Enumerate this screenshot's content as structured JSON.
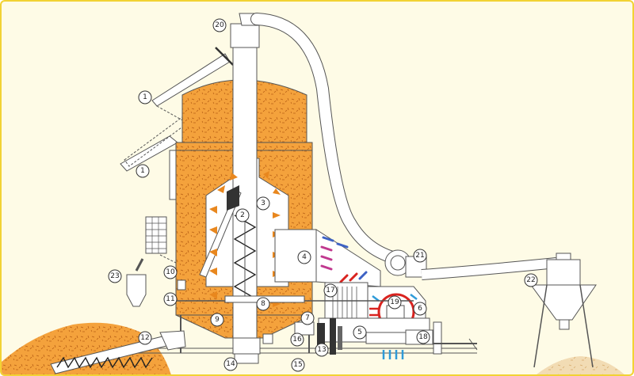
{
  "diagram": {
    "callouts": [
      {
        "id": "1a",
        "text": "1"
      },
      {
        "id": "1b",
        "text": "1"
      },
      {
        "id": "2",
        "text": "2"
      },
      {
        "id": "3",
        "text": "3"
      },
      {
        "id": "4",
        "text": "4"
      },
      {
        "id": "5",
        "text": "5"
      },
      {
        "id": "6",
        "text": "6"
      },
      {
        "id": "7",
        "text": "7"
      },
      {
        "id": "8",
        "text": "8"
      },
      {
        "id": "9",
        "text": "9"
      },
      {
        "id": "10",
        "text": "10"
      },
      {
        "id": "11",
        "text": "11"
      },
      {
        "id": "12",
        "text": "12"
      },
      {
        "id": "13",
        "text": "13"
      },
      {
        "id": "14",
        "text": "14"
      },
      {
        "id": "15",
        "text": "15"
      },
      {
        "id": "16",
        "text": "16"
      },
      {
        "id": "17",
        "text": "17"
      },
      {
        "id": "18",
        "text": "18"
      },
      {
        "id": "19",
        "text": "19"
      },
      {
        "id": "20",
        "text": "20"
      },
      {
        "id": "21",
        "text": "21"
      },
      {
        "id": "22",
        "text": "22"
      },
      {
        "id": "23",
        "text": "23"
      }
    ],
    "colors": {
      "grain": "#f4a23c",
      "grain_speck": "#b85f14",
      "frame_border": "#f2d234",
      "background": "#fefbe6",
      "hot_air": "#d9231f",
      "cool_air": "#2f9bd8",
      "warm_air": "#c0398f",
      "ground_pile": "#f2dcb4"
    }
  }
}
